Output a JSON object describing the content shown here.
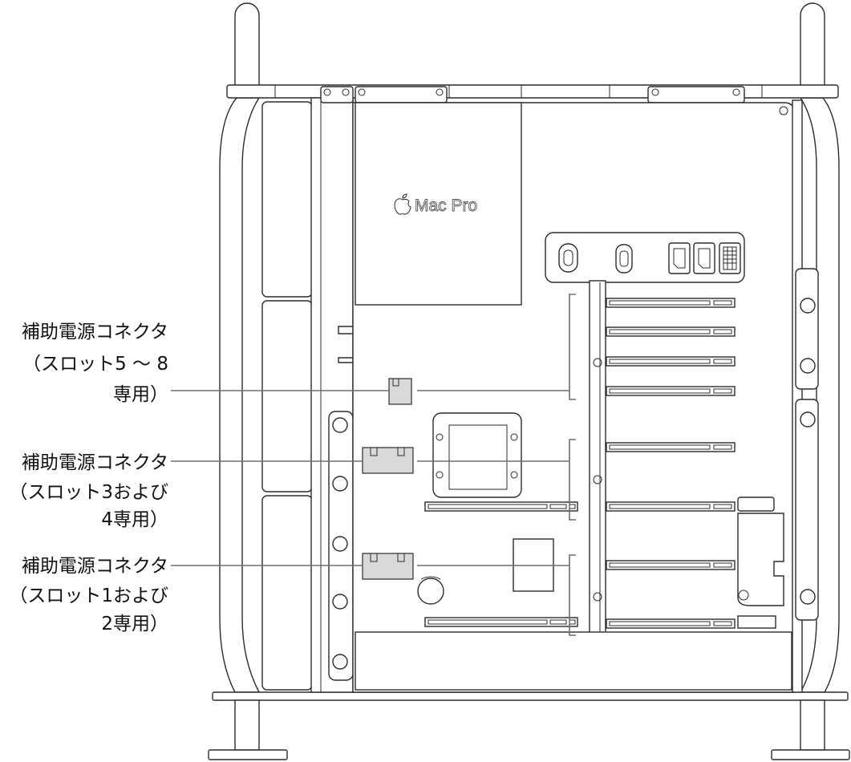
{
  "diagram": {
    "board_label": "Mac Pro",
    "logo_icon": "apple-logo-icon",
    "callouts": [
      {
        "lines": [
          "補助電源コネクタ",
          "（スロット5 ～ 8",
          "専用）"
        ]
      },
      {
        "lines": [
          "補助電源コネクタ",
          "（スロット3および",
          "4専用）"
        ]
      },
      {
        "lines": [
          "補助電源コネクタ",
          "（スロット1および",
          "2専用）"
        ]
      }
    ]
  },
  "colors": {
    "background": "#ffffff",
    "outline": "#2b2b2b",
    "connector_highlight": "#d9d9d9",
    "leader_line": "#6e6e6e"
  }
}
